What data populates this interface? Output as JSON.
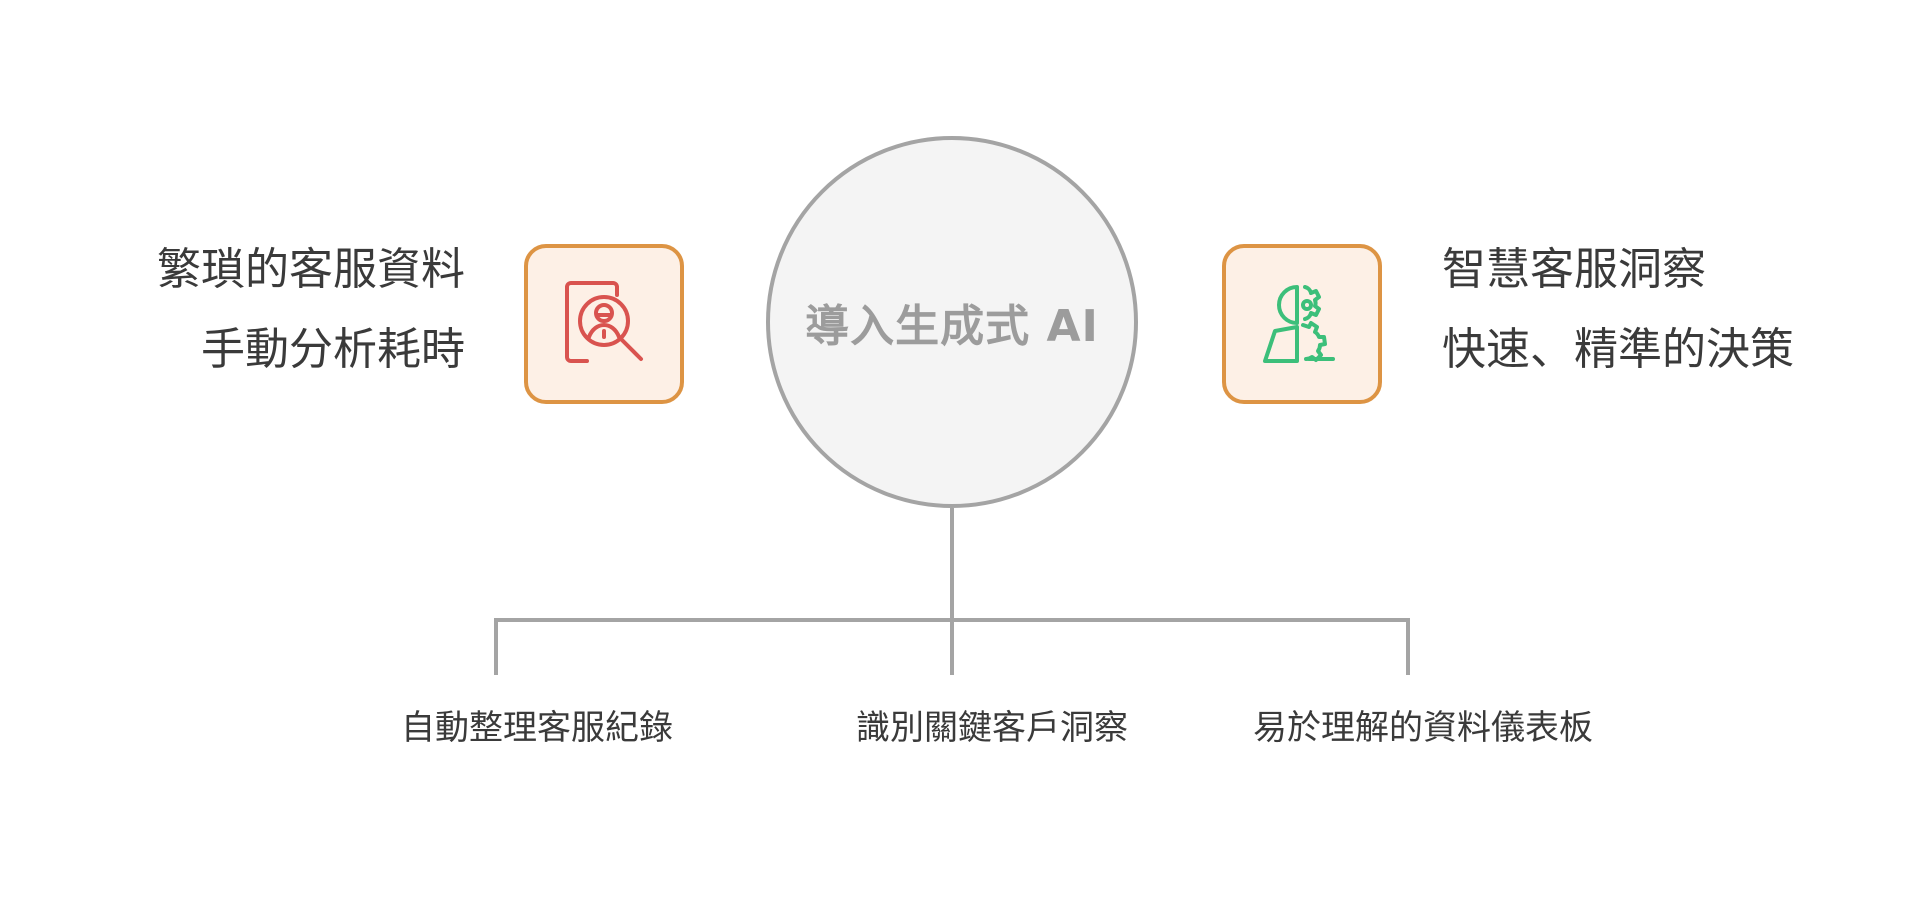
{
  "center": {
    "title": "導入生成式 AI"
  },
  "left": {
    "line1": "繁瑣的客服資料",
    "line2": "手動分析耗時",
    "icon": "user-search-icon",
    "icon_color": "#d9534f"
  },
  "right": {
    "line1": "智慧客服洞察",
    "line2": "快速、精準的決策",
    "icon": "head-gears-icon",
    "icon_color": "#3cbf7a"
  },
  "branches": [
    {
      "label": "自動整理客服紀錄"
    },
    {
      "label": "識別關鍵客戶洞察"
    },
    {
      "label": "易於理解的資料儀表板"
    }
  ],
  "colors": {
    "box_border": "#dd9444",
    "box_fill": "#fdf0e6",
    "circle_border": "#a4a4a4",
    "circle_fill": "#f4f4f4",
    "connector": "#a4a4a4"
  }
}
